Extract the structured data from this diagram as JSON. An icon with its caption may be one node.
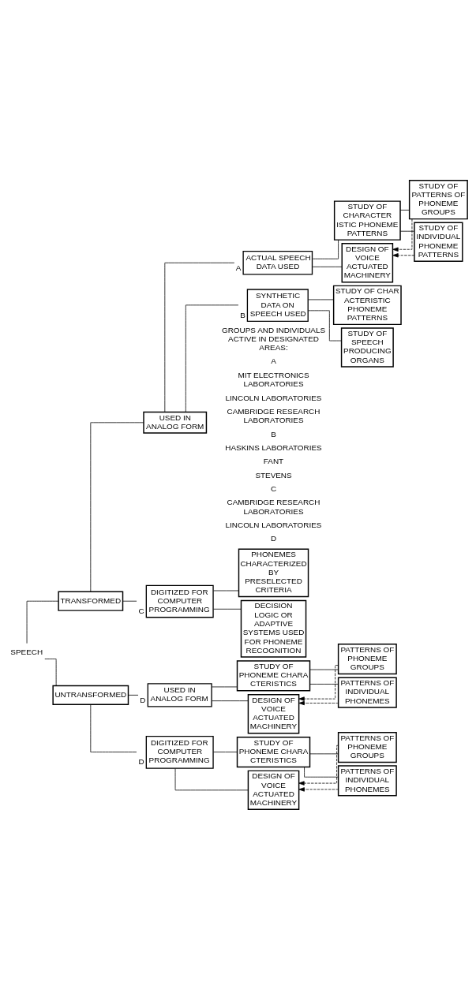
{
  "diagram": {
    "nodes": [
      {
        "text": [
          "SPEECH"
        ]
      },
      {
        "text": [
          "TRANSFORMED"
        ]
      },
      {
        "text": [
          "UNTRANSFORMED"
        ]
      },
      {
        "text": [
          "USED IN ANALOG FORM"
        ]
      },
      {
        "text": [
          "DIGITIZED FOR COMPUTER PROGRAMMING"
        ],
        "beside": [
          "C"
        ]
      },
      {
        "text": [
          "ACTUAL SPEECH DATA USED"
        ],
        "beside": [
          "A"
        ]
      },
      {
        "text": [
          "SYNTHETIC DATA ON SPEECH USED"
        ],
        "beside": [
          "B"
        ]
      },
      {
        "text": [
          "STUDY OF CHARACTER ISTIC PHONEME PATTERNS"
        ]
      },
      {
        "text": [
          "DESIGN OF VOICE ACTUATED MACHINERY"
        ]
      },
      {
        "text": [
          "STUDY OF PATTERNS OF PHONEME GROUPS"
        ]
      },
      {
        "text": [
          "STUDY OF INDIVIDUAL PHONEME PATTERNS"
        ]
      },
      {
        "text": [
          "STUDY OF CHARACTERISTIC PHONEME PATTERNS"
        ]
      },
      {
        "text": [
          "STUDY OF SPEECH PRODUCING ORGANS"
        ]
      },
      {
        "text": [
          "PHONEMES CHARACTERIZED BY PRESELECTED CRITERIA"
        ]
      },
      {
        "text": [
          "DECISION LOGIC OR ADAPTIVE SYSTEMS USED FOR PHONEME RECOGNITION"
        ]
      },
      {
        "text": [
          "USED IN ANALOG FORM"
        ],
        "beside": [
          "D"
        ]
      },
      {
        "text": [
          "DIGITIZED FOR COMPUTER PROGRAMMING"
        ],
        "beside": [
          "D"
        ]
      },
      {
        "text": [
          "STUDY OF PHONEME CHARACTERISTICS"
        ]
      },
      {
        "text": [
          "DESIGN OF VOICE ACTUATED MACHINERY"
        ]
      },
      {
        "text": [
          "PATTERNS OF PHONEME GROUPS"
        ]
      },
      {
        "text": [
          "PATTERNS OF INDIVIDUAL PHONEMES"
        ]
      },
      {
        "text": [
          "STUDY OF PHONEME CHARACTERISTICS"
        ]
      },
      {
        "text": [
          "DESIGN OF VOICE ACTUATED MACHINERY"
        ]
      },
      {
        "text": [
          "PATTERNS OF PHONEME GROUPS"
        ]
      },
      {
        "text": [
          "PATTERNS OF INDIVIDUAL PHONEMES"
        ]
      }
    ],
    "edges": [
      {
        "from": 0,
        "to": 1,
        "arrow": "none"
      },
      {
        "from": 0,
        "to": 2,
        "arrow": "none"
      },
      {
        "from": 1,
        "to": 3,
        "arrow": "none"
      },
      {
        "from": 1,
        "to": 4,
        "arrow": "none"
      },
      {
        "from": 3,
        "to": 5,
        "arrow": "none"
      },
      {
        "from": 3,
        "to": 6,
        "arrow": "none"
      },
      {
        "from": 5,
        "to": 7,
        "arrow": "none"
      },
      {
        "from": 5,
        "to": 8,
        "arrow": "none"
      },
      {
        "from": 7,
        "to": 9,
        "arrow": "none"
      },
      {
        "from": 7,
        "to": 10,
        "arrow": "none"
      },
      {
        "from": 9,
        "to": 8,
        "arrow": "to",
        "style": "dashed"
      },
      {
        "from": 10,
        "to": 8,
        "arrow": "to",
        "style": "dashed"
      },
      {
        "from": 6,
        "to": 11,
        "arrow": "none"
      },
      {
        "from": 6,
        "to": 12,
        "arrow": "none"
      },
      {
        "from": 4,
        "to": 13,
        "arrow": "none"
      },
      {
        "from": 4,
        "to": 14,
        "arrow": "none"
      },
      {
        "from": 2,
        "to": 15,
        "arrow": "none"
      },
      {
        "from": 2,
        "to": 16,
        "arrow": "none"
      },
      {
        "from": 15,
        "to": 17,
        "arrow": "none"
      },
      {
        "from": 15,
        "to": 18,
        "arrow": "none"
      },
      {
        "from": 17,
        "to": 19,
        "arrow": "none"
      },
      {
        "from": 17,
        "to": 20,
        "arrow": "none"
      },
      {
        "from": 19,
        "to": 18,
        "arrow": "to",
        "style": "dashed"
      },
      {
        "from": 20,
        "to": 18,
        "arrow": "to",
        "style": "dashed"
      },
      {
        "from": 16,
        "to": 21,
        "arrow": "none"
      },
      {
        "from": 16,
        "to": 22,
        "arrow": "none"
      },
      {
        "from": 21,
        "to": 23,
        "arrow": "none"
      },
      {
        "from": 21,
        "to": 24,
        "arrow": "none"
      },
      {
        "from": 23,
        "to": 22,
        "arrow": "to",
        "style": "dashed"
      },
      {
        "from": 24,
        "to": 22,
        "arrow": "to",
        "style": "dashed"
      }
    ],
    "labels": [
      "GROUPS AND INDIVIDUALS ACTIVE IN DESIGNATED AREAS:",
      "A",
      "MIT ELECTRONICS LABORATORIES",
      "LINCOLN LABORATORIES",
      "CAMBRIDGE RESEARCH LABORATORIES",
      "B",
      "HASKINS LABORATORIES",
      "FANT",
      "STEVENS",
      "C",
      "CAMBRIDGE RESEARCH LABORATORIES",
      "LINCOLN LABORATORIES",
      "D"
    ]
  }
}
